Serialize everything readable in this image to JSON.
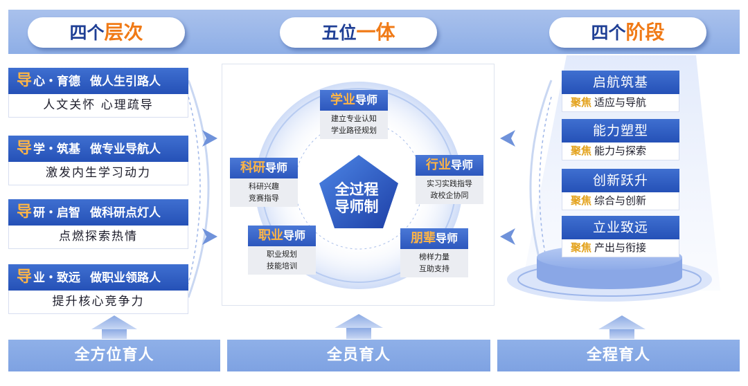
{
  "header": {
    "left": {
      "prefix": "四个",
      "highlight": "层次"
    },
    "mid": {
      "prefix": "五位",
      "highlight": "一体"
    },
    "right": {
      "prefix": "四个",
      "highlight": "阶段"
    }
  },
  "left_items": [
    {
      "dao": "导",
      "head": "心・育德",
      "role": "做人生引路人",
      "sub": "人文关怀  心理疏导"
    },
    {
      "dao": "导",
      "head": "学・筑基",
      "role": "做专业导航人",
      "sub": "激发内生学习动力"
    },
    {
      "dao": "导",
      "head": "研・启智",
      "role": "做科研点灯人",
      "sub": "点燃探索热情"
    },
    {
      "dao": "导",
      "head": "业・致远",
      "role": "做职业领路人",
      "sub": "提升核心竞争力"
    }
  ],
  "center": {
    "core_line1": "全过程",
    "core_line2": "导师制",
    "mentors": {
      "xueye": {
        "highlight": "学业",
        "suffix": "导师",
        "line1": "建立专业认知",
        "line2": "学业路径规划"
      },
      "hangye": {
        "highlight": "行业",
        "suffix": "导师",
        "line1": "实习实践指导",
        "line2": "政校企协同"
      },
      "pengbei": {
        "highlight": "朋辈",
        "suffix": "导师",
        "line1": "榜样力量",
        "line2": "互助支持"
      },
      "zhiye": {
        "highlight": "职业",
        "suffix": "导师",
        "line1": "职业规划",
        "line2": "技能培训"
      },
      "keyan": {
        "highlight": "科研",
        "suffix": "导师",
        "line1": "科研兴趣",
        "line2": "竞赛指导"
      }
    }
  },
  "stages": [
    {
      "title": "启航筑基",
      "tag": "聚焦",
      "text": "适应与导航"
    },
    {
      "title": "能力塑型",
      "tag": "聚焦",
      "text": "能力与探索"
    },
    {
      "title": "创新跃升",
      "tag": "聚焦",
      "text": "综合与创新"
    },
    {
      "title": "立业致远",
      "tag": "聚焦",
      "text": "产出与衔接"
    }
  ],
  "footer": {
    "left": "全方位育人",
    "mid": "全员育人",
    "right": "全程育人"
  },
  "colors": {
    "accent_orange": "#f07a16",
    "brand_blue": "#2551b7",
    "band_blue": "#8eaee6",
    "tag_gold": "#e3a21c"
  }
}
